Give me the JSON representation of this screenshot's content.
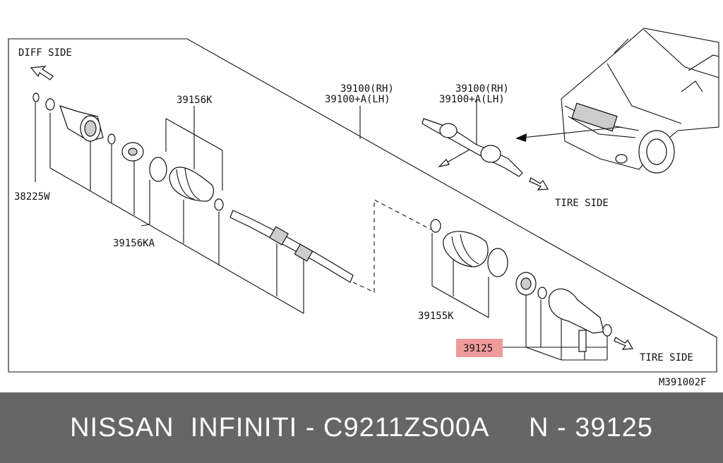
{
  "labels": {
    "diff_side": "DIFF SIDE",
    "tire_side_top": "TIRE SIDE",
    "tire_side_bottom": "TIRE SIDE",
    "shaft_main_rh": "39100(RH)",
    "shaft_main_lh": "39100+A(LH)",
    "shaft_inset_rh": "39100(RH)",
    "shaft_inset_lh": "39100+A(LH)",
    "boot_kit_inner": "39156K",
    "boot_kit_inner_a": "39156KA",
    "boot_kit_outer": "39155K",
    "seal_ring": "38225W",
    "highlight_part": "39125",
    "diagram_code": "M391002F"
  },
  "colors": {
    "highlight": "#f09a9a",
    "footer_bg": "#666666",
    "footer_text": "#ffffff"
  },
  "footer": {
    "text": "NISSAN  INFINITI - C9211ZS00A     N - 39125"
  }
}
